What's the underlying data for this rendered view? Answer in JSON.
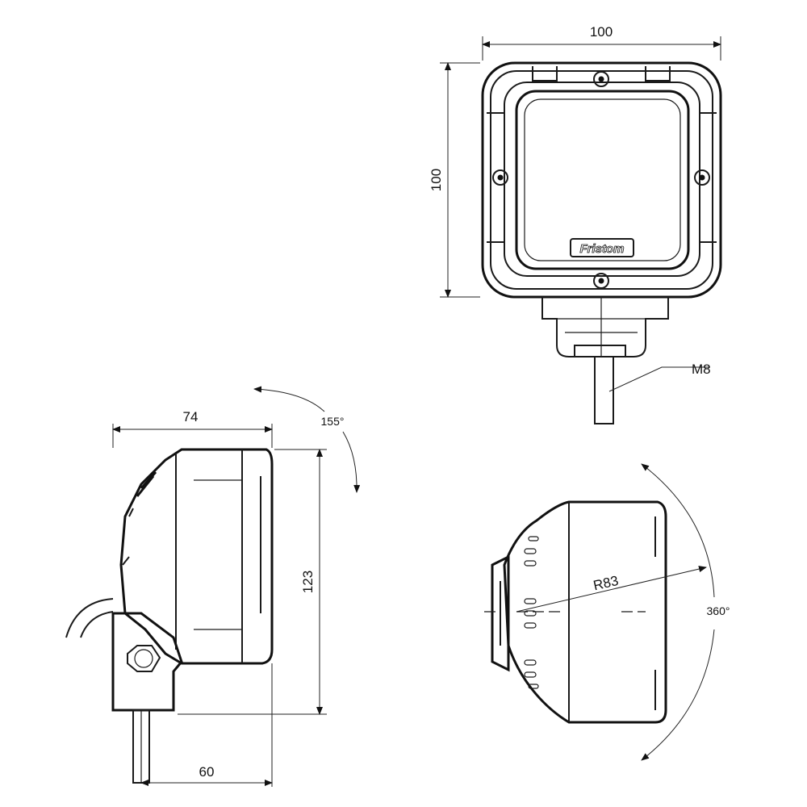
{
  "drawing": {
    "brand_logo": "Fristom",
    "front_view": {
      "width_dim": "100",
      "height_dim": "100",
      "thread_label": "M8"
    },
    "side_view": {
      "depth_dim": "74",
      "tilt_angle": "155°",
      "height_dim": "123",
      "mount_dim": "60"
    },
    "top_view": {
      "radius_label": "R83",
      "rotation_angle": "360°"
    }
  }
}
